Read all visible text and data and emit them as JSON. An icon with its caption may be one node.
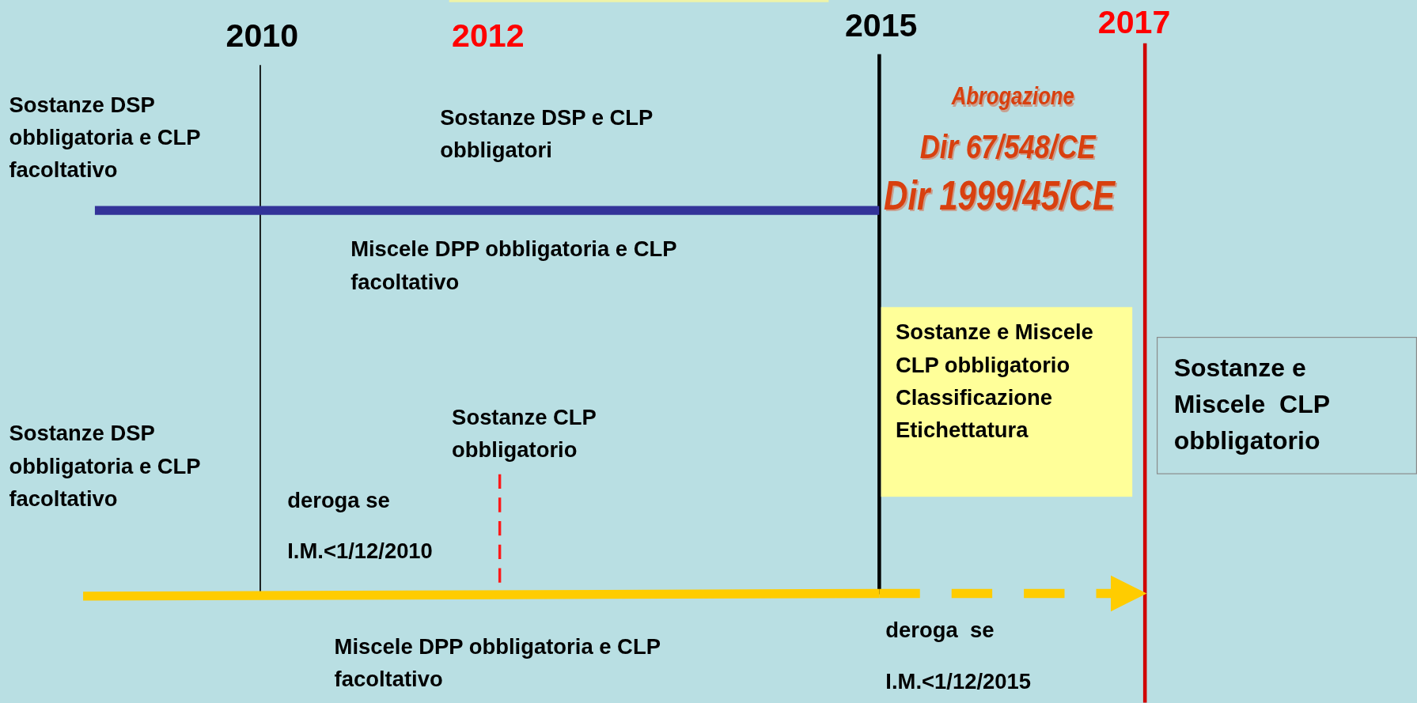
{
  "diagram": {
    "nodes": [
      {
        "text": [
          "Sostanze e Miscele  CLP obbligatorio Classificazione Etichettatura"
        ]
      },
      {
        "text": [
          "Sostanze e Miscele  CLP obbligatorio"
        ]
      }
    ],
    "labels": [
      "2010",
      "2012",
      "2015",
      "2017",
      "Sostanze DSP obbligatoria e CLP facoltativo",
      "Sostanze DSP e CLP obbligatori",
      "Abrogazione",
      "Dir 67/548/CE",
      "Dir 1999/45/CE",
      "Miscele DPP obbligatoria e CLP facoltativo",
      "Sostanze CLP obbligatorio",
      "Sostanze DSP obbligatoria e CLP facoltativo",
      "deroga se",
      "I.M.<1/12/2010",
      "deroga  se",
      "Miscele DPP obbligatoria e CLP facoltativo",
      "I.M.<1/12/2015"
    ]
  }
}
